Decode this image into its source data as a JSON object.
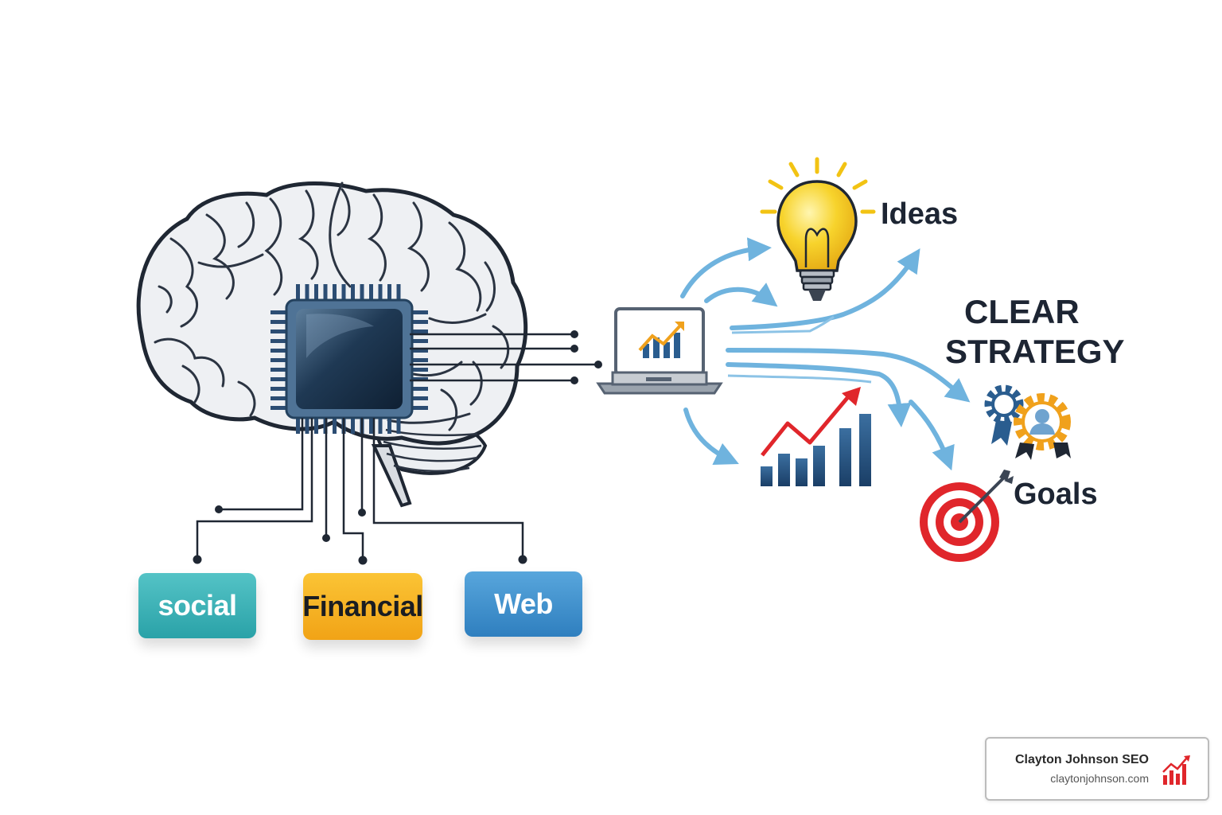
{
  "sources": [
    {
      "label": "social"
    },
    {
      "label": "Financial"
    },
    {
      "label": "Web"
    }
  ],
  "outputs": {
    "ideas": "Ideas",
    "strategy_line1": "CLEAR",
    "strategy_line2": "STRATEGY",
    "goals": "Goals"
  },
  "watermark": {
    "name": "Clayton Johnson SEO",
    "url": "claytonjohnson.com"
  },
  "colors": {
    "social": "#3db3b8",
    "financial": "#f5b326",
    "web": "#3d8fcc",
    "arrow": "#6fb3de",
    "navy": "#1f4f7a",
    "red": "#e0262b",
    "gold": "#f4c51d",
    "text": "#1d2533"
  },
  "icons": [
    "brain-icon",
    "chip-icon",
    "laptop-icon",
    "lightbulb-icon",
    "bar-chart-icon",
    "gears-person-icon",
    "target-icon",
    "trend-chart-icon"
  ]
}
